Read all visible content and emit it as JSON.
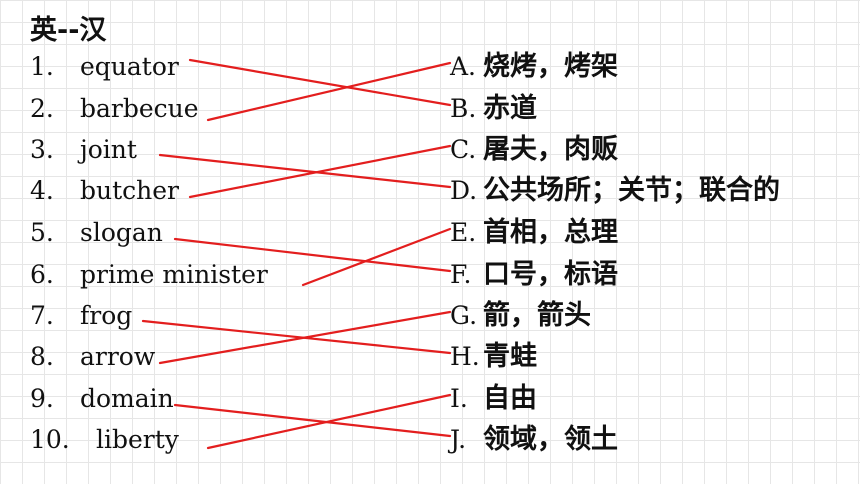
{
  "title": "英--汉",
  "english": [
    {
      "num": "1.",
      "word": "equator"
    },
    {
      "num": "2.",
      "word": "barbecue"
    },
    {
      "num": "3.",
      "word": "joint"
    },
    {
      "num": "4.",
      "word": "butcher"
    },
    {
      "num": "5.",
      "word": "slogan"
    },
    {
      "num": "6.",
      "word": "prime minister"
    },
    {
      "num": "7.",
      "word": "frog"
    },
    {
      "num": "8.",
      "word": "arrow"
    },
    {
      "num": "9.",
      "word": "domain"
    },
    {
      "num": "10.",
      "word": "liberty"
    }
  ],
  "chinese": [
    {
      "letter": "A.",
      "meaning": "烧烤，烤架"
    },
    {
      "letter": "B.",
      "meaning": "赤道"
    },
    {
      "letter": "C.",
      "meaning": "屠夫，肉贩"
    },
    {
      "letter": "D.",
      "meaning": "公共场所；关节；联合的"
    },
    {
      "letter": "E.",
      "meaning": "首相，总理"
    },
    {
      "letter": "F.",
      "meaning": "口号，标语"
    },
    {
      "letter": "G.",
      "meaning": "箭，箭头"
    },
    {
      "letter": "H.",
      "meaning": "青蛙"
    },
    {
      "letter": "I.",
      "meaning": "自由"
    },
    {
      "letter": "J.",
      "meaning": "领域，领土"
    }
  ],
  "matches": [
    {
      "from": 1,
      "to": "B"
    },
    {
      "from": 2,
      "to": "A"
    },
    {
      "from": 3,
      "to": "D"
    },
    {
      "from": 4,
      "to": "C"
    },
    {
      "from": 5,
      "to": "F"
    },
    {
      "from": 6,
      "to": "E"
    },
    {
      "from": 7,
      "to": "H"
    },
    {
      "from": 8,
      "to": "G"
    },
    {
      "from": 9,
      "to": "J"
    },
    {
      "from": 10,
      "to": "I"
    }
  ],
  "line_color": "#e31e1e"
}
